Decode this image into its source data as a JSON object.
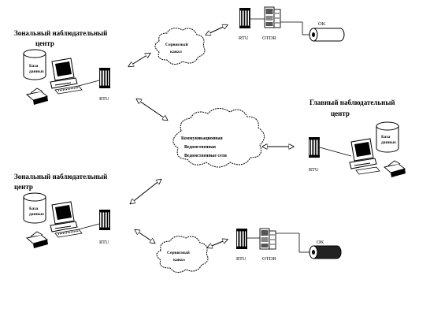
{
  "centers": {
    "zonal_top": {
      "line1": "Зональный наблюдательный",
      "line2": "центр"
    },
    "zonal_bottom": {
      "line1": "Зональный наблюдательный",
      "line2": "центр"
    },
    "main": {
      "line1": "Главный наблюдательный",
      "line2": "центр"
    }
  },
  "labels": {
    "db": [
      "База",
      "данных"
    ],
    "rtu": "RTU",
    "otdr": "OTDR",
    "ok": "OK",
    "service_channel": [
      "Сервисный",
      "канал"
    ],
    "core": [
      "Коммуникационная",
      "Ведомственная",
      "Ведомственные сети"
    ]
  }
}
